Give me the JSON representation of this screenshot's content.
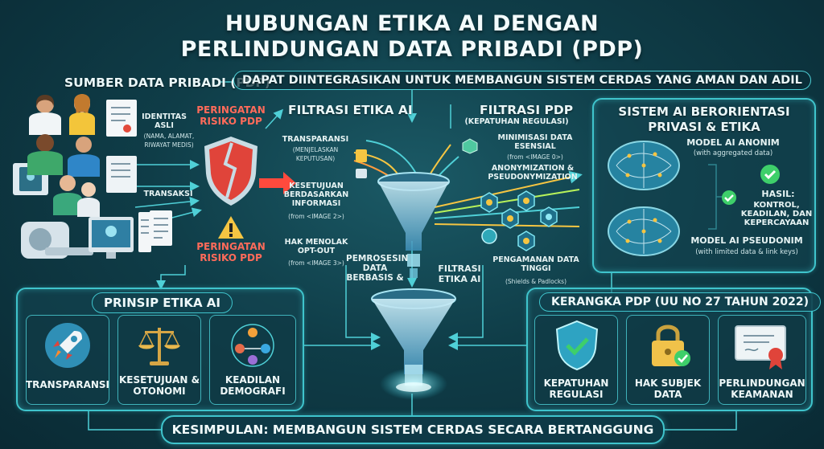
{
  "title": {
    "line1": "HUBUNGAN ETIKA AI DENGAN",
    "line2": "PERLINDUNGAN DATA PRIBADI (PDP)"
  },
  "source_header": "SUMBER DATA PRIBADI (PDP)",
  "integration_banner": "DAPAT DIINTEGRASIKAN UNTUK MEMBANGUN SISTEM CERDAS YANG AMAN DAN ADIL",
  "data_sources": {
    "identity_title": "IDENTITAS ASLI",
    "identity_detail": "(NAMA, ALAMAT, RIWAYAT MEDIS)",
    "transactions": "TRANSAKSI"
  },
  "risk_warning_top": "PERINGATAN RISIKO PDP",
  "risk_warning_bottom": "PERINGATAN RISIKO PDP",
  "ethics_filter": {
    "header": "FILTRASI ETIKA AI",
    "transparency_title": "TRANSPARANSI",
    "transparency_detail": "(MENJELASKAN KEPUTUSAN)",
    "consent_title": "KESETUJUAN BERDASARKAN INFORMASI",
    "consent_ref": "(from <IMAGE 2>)",
    "optout_title": "HAK MENOLAK OPT-OUT",
    "optout_ref": "(from <IMAGE 3>)"
  },
  "pdp_filter": {
    "header": "FILTRASI PDP",
    "subheader": "(KEPATUHAN REGULASI)",
    "minimization_title": "MINIMISASI DATA ESENSIAL",
    "minimization_ref": "(from <IMAGE 0>)",
    "anonymization": "ANONYMIZATION & PSEUDONYMIZATION",
    "security_title": "PENGAMANAN DATA TINGGI",
    "security_detail": "(Shields & Padlocks)"
  },
  "processing": {
    "label": "PEMROSESIN DATA BERBASIS &",
    "ethics_filter_label": "FILTRASI ETIKA AI"
  },
  "ai_system": {
    "header": "SISTEM AI BERORIENTASI PRIVASI & ETIKA",
    "anon_title": "MODEL AI ANONIM",
    "anon_detail": "(with aggregated data)",
    "result_title": "HASIL:",
    "result_detail": "KONTROL, KEADILAN, DAN KEPERCAYAAN",
    "pseudo_title": "MODEL AI PSEUDONIM",
    "pseudo_detail": "(with limited data & link keys)"
  },
  "ethics_principles": {
    "header": "PRINSIP ETIKA AI",
    "items": [
      {
        "label": "TRANSPARANSI"
      },
      {
        "label": "KESETUJUAN & OTONOMI"
      },
      {
        "label": "KEADILAN DEMOGRAFI"
      }
    ]
  },
  "pdp_framework": {
    "header": "KERANGKA PDP (UU NO 27 TAHUN 2022)",
    "items": [
      {
        "label": "KEPATUHAN REGULASI"
      },
      {
        "label": "HAK SUBJEK DATA"
      },
      {
        "label": "PERLINDUNGAN KEAMANAN"
      }
    ]
  },
  "conclusion": "KESIMPULAN: MEMBANGUN SISTEM CERDAS SECARA BERTANGGUNG JAWAB",
  "colors": {
    "accent": "#3fc4cc",
    "warning": "#ff6b5a",
    "funnel": "#7fd6ea",
    "node": "#f5c542",
    "check": "#3ecf6a"
  }
}
